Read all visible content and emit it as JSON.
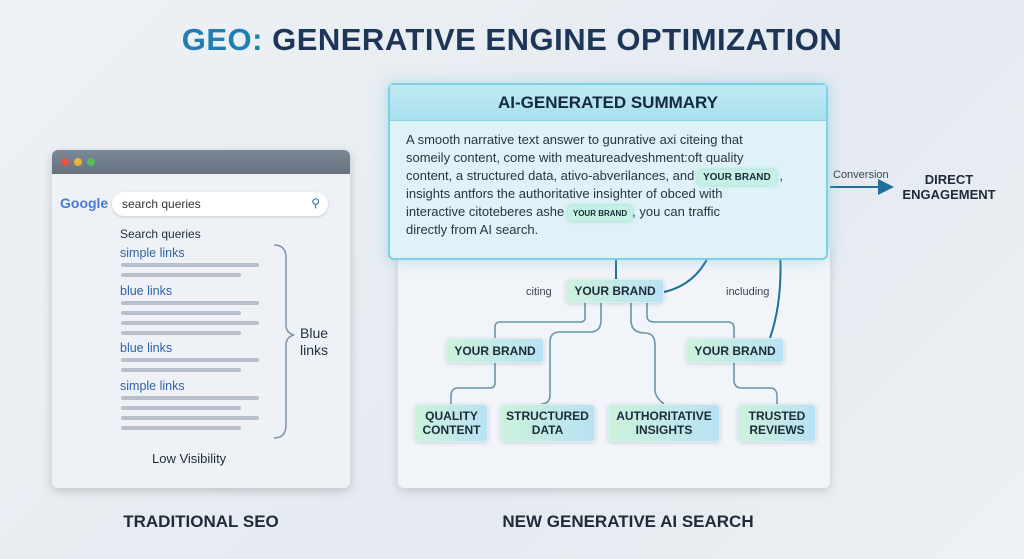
{
  "title": {
    "prefix": "GEO:",
    "rest": " GENERATIVE ENGINE OPTIMIZATION"
  },
  "traditional": {
    "logo": "Google",
    "search_value": "search queries",
    "results_heading": "Search queries",
    "links": [
      "simple links",
      "blue links",
      "blue links",
      "simple links"
    ],
    "brace_label_1": "Blue",
    "brace_label_2": "links",
    "footer": "Low Visibility",
    "caption": "TRADITIONAL SEO"
  },
  "summary": {
    "heading": "AI-GENERATED SUMMARY",
    "line1": "A smooth narrative text answer to gunrative axi citeing that",
    "line2": "someily content, come with meatureadveshment:oft quality",
    "line3": "content, a structured data, ativo-abverilances, and ",
    "brand_pill": "YOUR BRAND",
    "line3_end": " ,",
    "line4": "insights antfors the authoritative insighter of obced with",
    "line5": "interactive citoteberes ashe ",
    "brand_pill_small": "YOUR BRAND",
    "line5_end": ", you can traffic",
    "line6": "directly from AI search."
  },
  "conversion": {
    "label": "Conversion",
    "target_1": "DIRECT",
    "target_2": "ENGAGEMENT"
  },
  "tree": {
    "root": "YOUR BRAND",
    "citing": "citing",
    "including": "including",
    "left": "YOUR BRAND",
    "right": "YOUR BRAND",
    "leaves": [
      {
        "l1": "QUALITY",
        "l2": "CONTENT"
      },
      {
        "l1": "STRUCTURED",
        "l2": "DATA"
      },
      {
        "l1": "AUTHORITATIVE",
        "l2": "INSIGHTS"
      },
      {
        "l1": "TRUSTED",
        "l2": "REVIEWS"
      }
    ]
  },
  "caption_right": "NEW GENERATIVE AI SEARCH"
}
